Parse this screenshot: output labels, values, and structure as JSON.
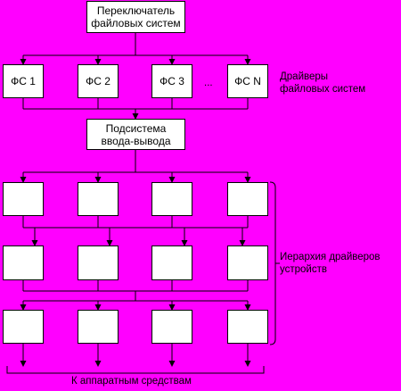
{
  "colors": {
    "background": "#ff00ff",
    "box_fill": "#ffffff",
    "line": "#000000"
  },
  "boxes": {
    "switch": "Переключатель\nфайловых систем",
    "fs1": "ФС 1",
    "fs2": "ФС 2",
    "fs3": "ФС 3",
    "fs_ellipsis": "...",
    "fsn": "ФС N",
    "io": "Подсистема\nввода-вывода"
  },
  "labels": {
    "fs_drivers": "Драйверы\nфайловых систем",
    "device_hierarchy": "Иерархия драйверов\nустройств",
    "hardware": "К аппаратным средствам"
  }
}
